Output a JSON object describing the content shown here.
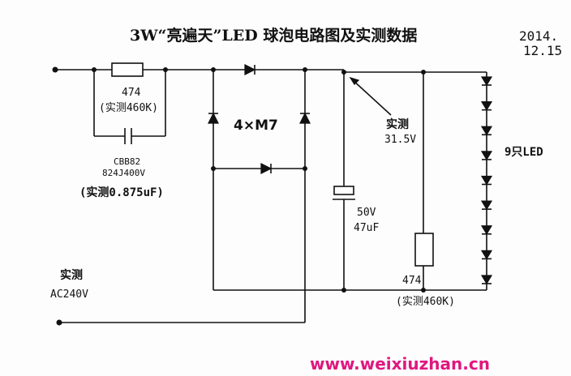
{
  "title": "3W“亮遍天”LED 球泡电路图及实测数据",
  "date_line1": "2014.",
  "date_line2": "12.15",
  "resistor_top": {
    "value": "474",
    "measured": "(实测460K)"
  },
  "capacitor_input": {
    "model": "CBB82",
    "rating": "824J400V",
    "measured": "(实测0.875uF)"
  },
  "bridge": {
    "label": "4×M7"
  },
  "electrolytic": {
    "voltage": "50V",
    "capacitance": "47uF"
  },
  "output_measure": {
    "label": "实测",
    "value": "31.5V"
  },
  "led_string": {
    "label": "9只LED",
    "count": 9
  },
  "resistor_bottom": {
    "value": "474",
    "measured": "(实测460K)"
  },
  "input_measure": {
    "label": "实测",
    "value": "AC240V"
  },
  "watermark": "www.weixiuzhan.cn"
}
